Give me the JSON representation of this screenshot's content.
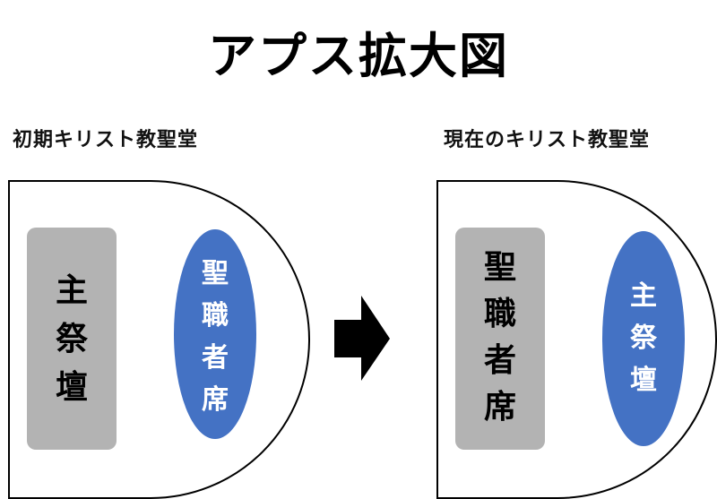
{
  "title": "アプス拡大図",
  "left": {
    "label": "初期キリスト教聖堂",
    "rect_chars": [
      "主",
      "祭",
      "壇"
    ],
    "ellipse_chars": [
      "聖",
      "職",
      "者",
      "席"
    ]
  },
  "right": {
    "label": "現在のキリスト教聖堂",
    "rect_chars": [
      "聖",
      "職",
      "者",
      "席"
    ],
    "ellipse_chars": [
      "主",
      "祭",
      "壇"
    ]
  },
  "colors": {
    "gray_block": "#b3b3b3",
    "blue_ellipse": "#4472c4",
    "outline": "#000000"
  }
}
